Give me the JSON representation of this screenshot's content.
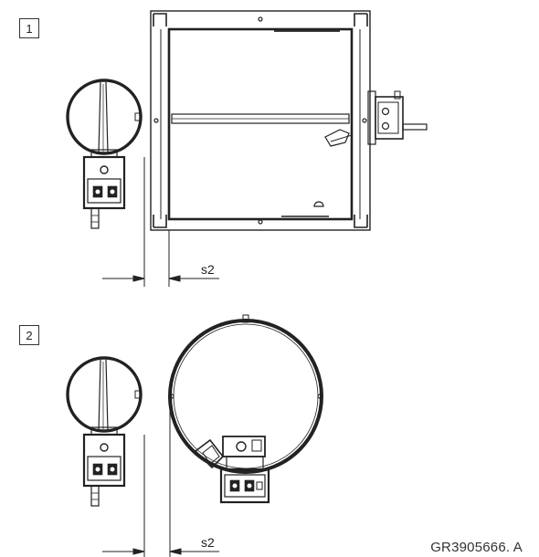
{
  "steps": [
    {
      "number": "1"
    },
    {
      "number": "2"
    }
  ],
  "dimension_label_1": "s2",
  "dimension_label_2": "s2",
  "reference_code": "GR3905666. A"
}
